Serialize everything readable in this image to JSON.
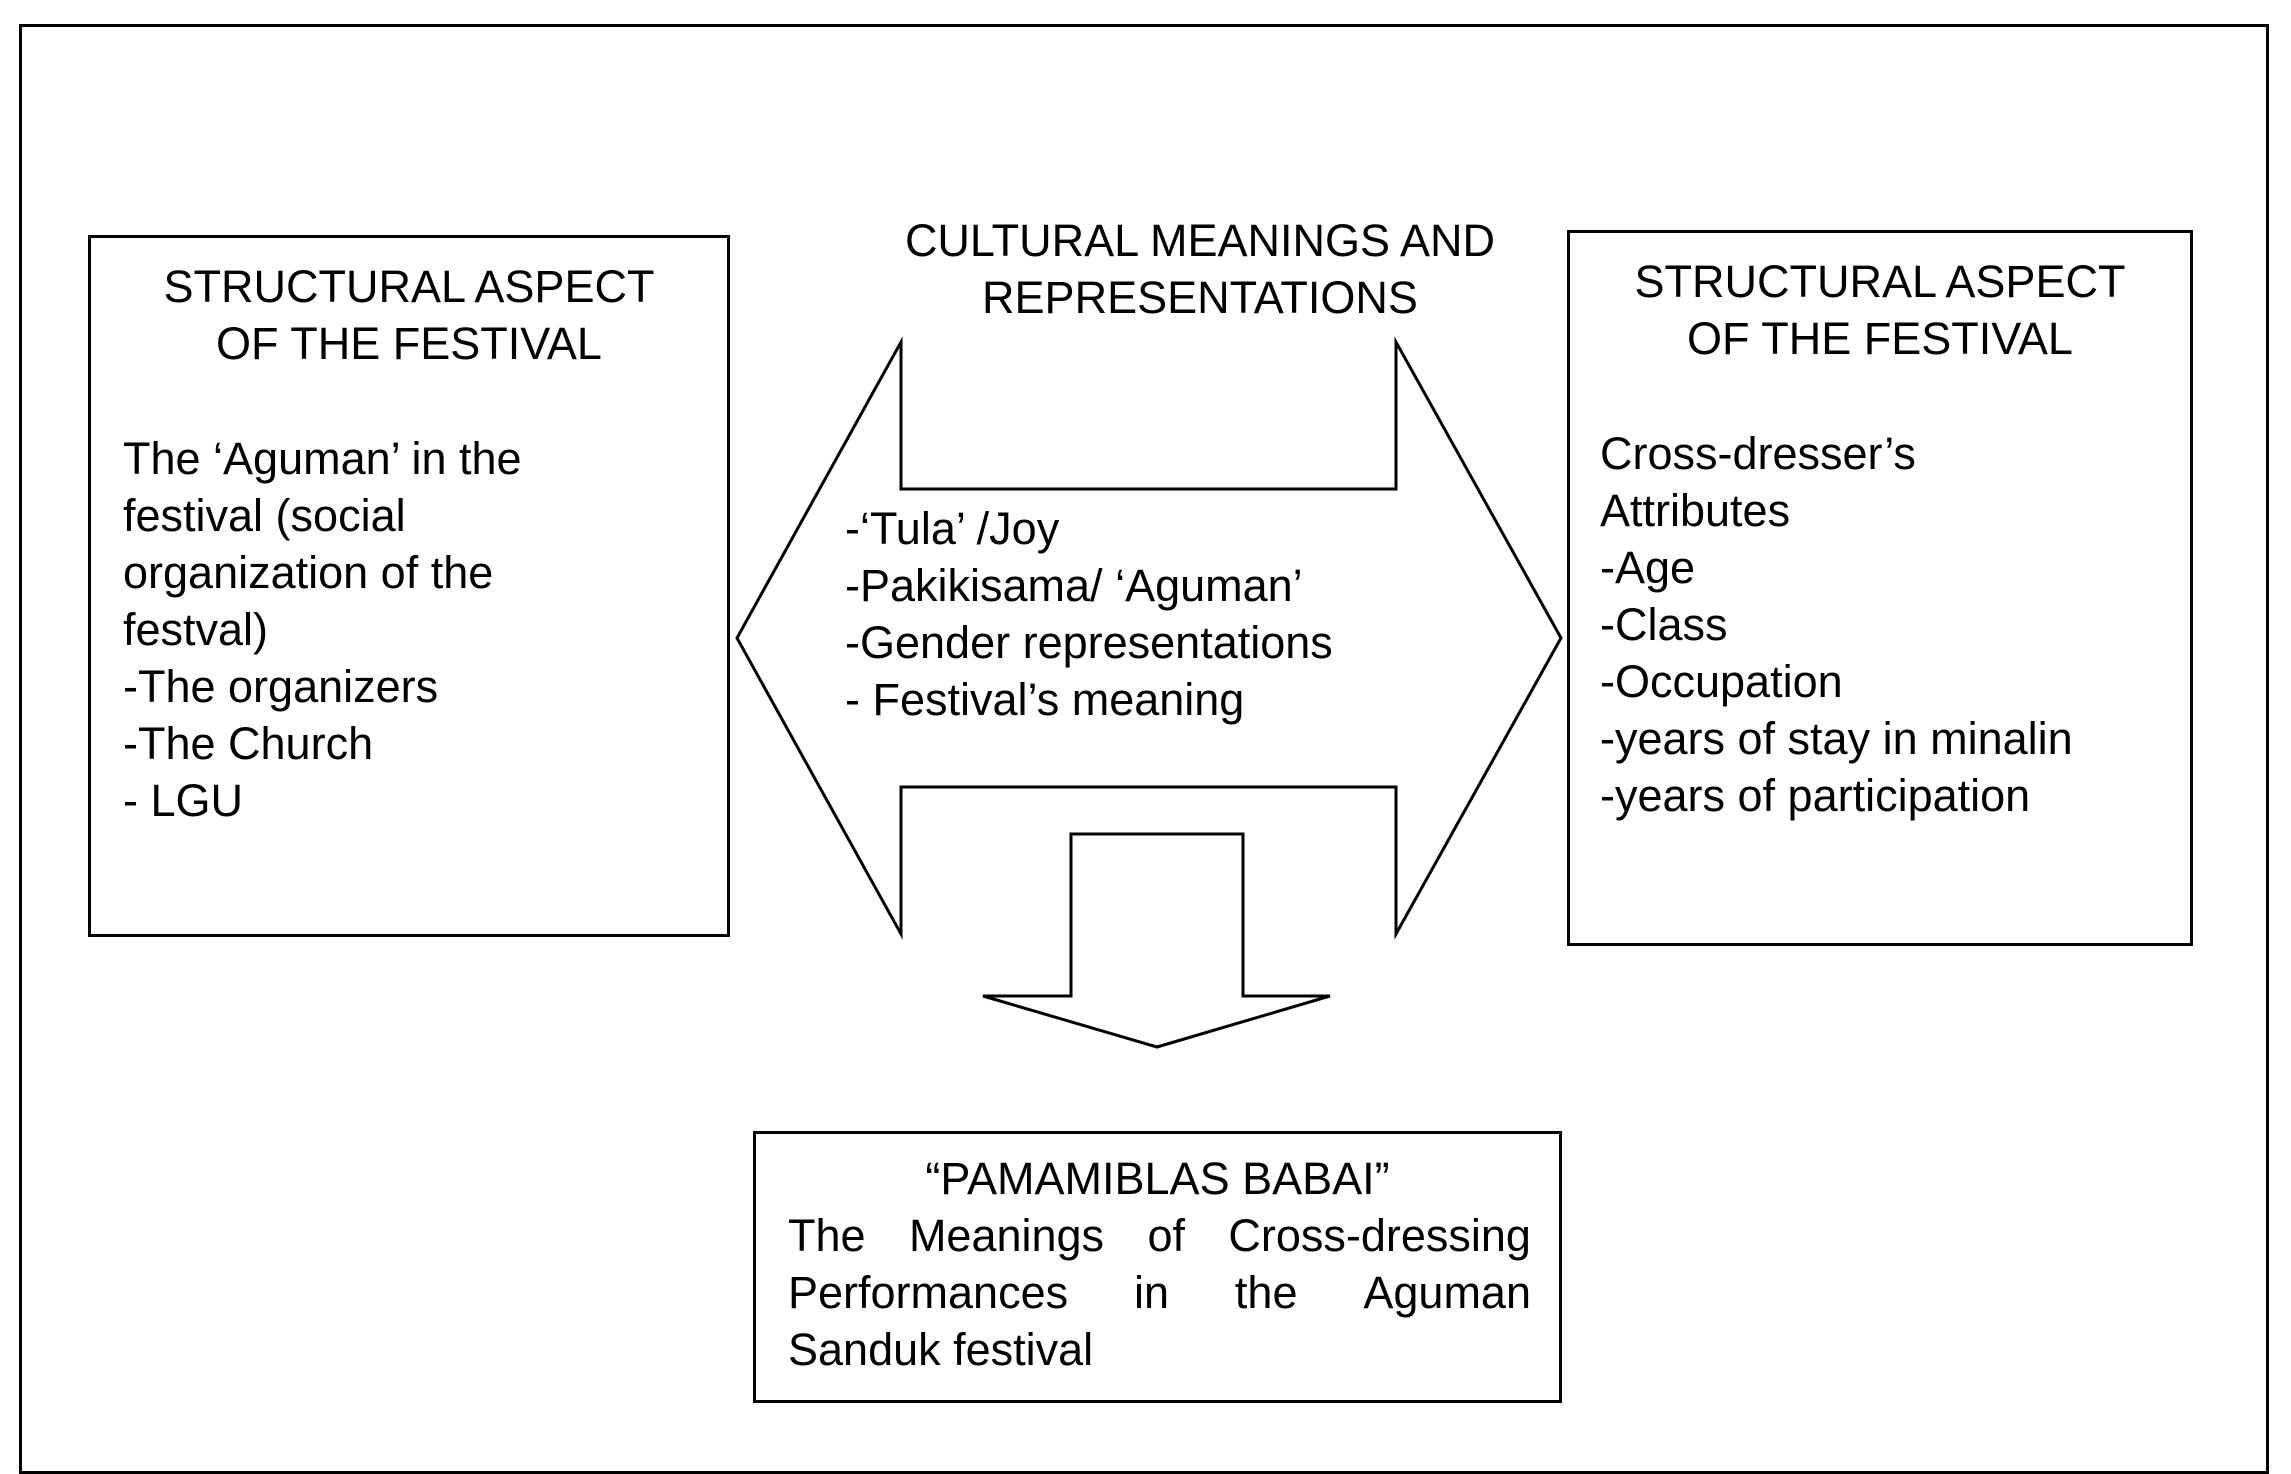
{
  "center": {
    "title": [
      "CULTURAL MEANINGS AND",
      "REPRESENTATIONS"
    ],
    "items": [
      "-‘Tula’ /Joy",
      "-Pakikisama/ ‘Aguman’",
      "-Gender representations",
      "- Festival’s meaning"
    ]
  },
  "left_box": {
    "title": [
      "STRUCTURAL ASPECT",
      "OF THE FESTIVAL"
    ],
    "lines": [
      "The ‘Aguman’ in the",
      "festival (social",
      "organization of the",
      "festval)",
      "-The organizers",
      "-The Church",
      "- LGU"
    ]
  },
  "right_box": {
    "title": [
      "STRUCTURAL ASPECT",
      "OF THE FESTIVAL"
    ],
    "lines": [
      "Cross-dresser’s",
      "Attributes",
      "-Age",
      "-Class",
      "-Occupation",
      "-years of stay in minalin",
      "-years of participation"
    ]
  },
  "bottom_box": {
    "title": "“PAMAMIBLAS BABAI”",
    "lines": [
      "The Meanings of Cross-dressing",
      "Performances in the Aguman",
      "Sanduk festival"
    ]
  }
}
